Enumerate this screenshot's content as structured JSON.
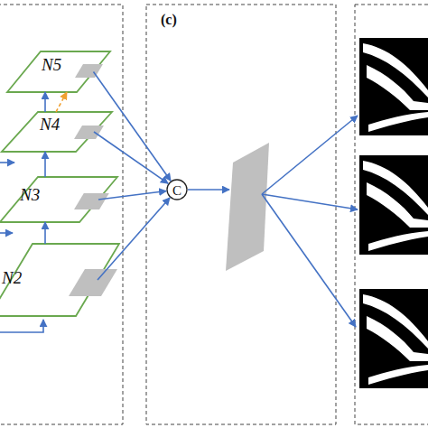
{
  "diagram": {
    "nodes": [
      {
        "text": [
          "N5"
        ]
      },
      {
        "text": [
          "N4"
        ]
      },
      {
        "text": [
          "N3"
        ]
      },
      {
        "text": [
          "N2"
        ]
      },
      {
        "text": [
          "C"
        ]
      }
    ],
    "edges": [
      {
        "from": 3,
        "to": 2,
        "arrow": "to"
      },
      {
        "from": 2,
        "to": 1,
        "arrow": "to"
      },
      {
        "from": 1,
        "to": 0,
        "arrow": "to"
      },
      {
        "from": 1,
        "to": 0,
        "arrow": "to"
      },
      {
        "from": 0,
        "to": 4,
        "arrow": "to"
      },
      {
        "from": 1,
        "to": 4,
        "arrow": "to"
      },
      {
        "from": 2,
        "to": 4,
        "arrow": "to"
      },
      {
        "from": 3,
        "to": 4,
        "arrow": "to"
      }
    ],
    "labels": [
      "(c)"
    ]
  }
}
